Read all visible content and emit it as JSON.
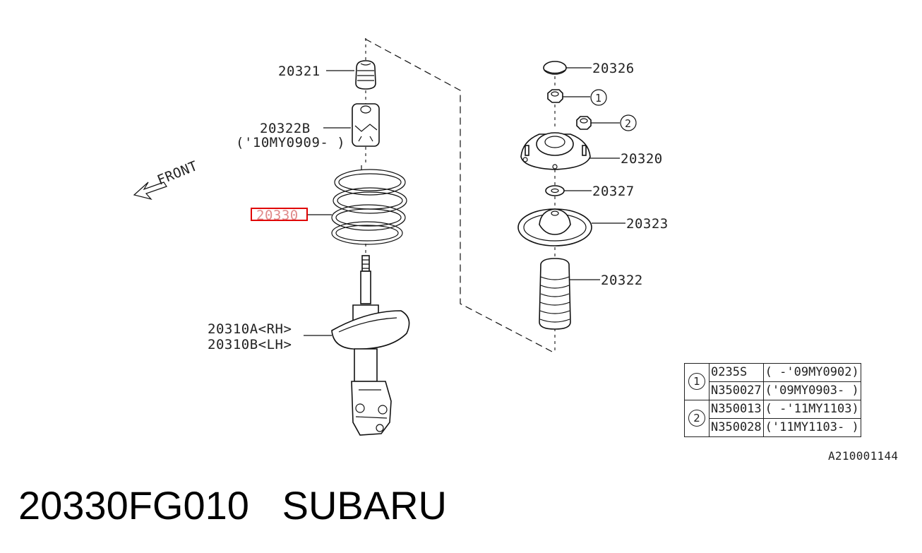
{
  "diagram": {
    "front_label": "FRONT",
    "parts": {
      "p20321": "20321",
      "p20322B": "20322B",
      "p20322B_note": "('10MY0909- )",
      "p20330": "20330",
      "p20310A": "20310A<RH>",
      "p20310B": "20310B<LH>",
      "p20326": "20326",
      "p20320": "20320",
      "p20327": "20327",
      "p20323": "20323",
      "p20322": "20322"
    },
    "callouts": {
      "c1": "1",
      "c2": "2"
    },
    "highlight_color": "#e00000"
  },
  "legend": {
    "rows": [
      {
        "num": "1",
        "part": "0235S",
        "range": "( -'09MY0902)"
      },
      {
        "part": "N350027",
        "range": "('09MY0903- )"
      },
      {
        "num": "2",
        "part": "N350013",
        "range": "( -'11MY1103)"
      },
      {
        "part": "N350028",
        "range": "('11MY1103- )"
      }
    ]
  },
  "reference_code": "A210001144",
  "page_title": {
    "part_number": "20330FG010",
    "brand": "SUBARU"
  }
}
